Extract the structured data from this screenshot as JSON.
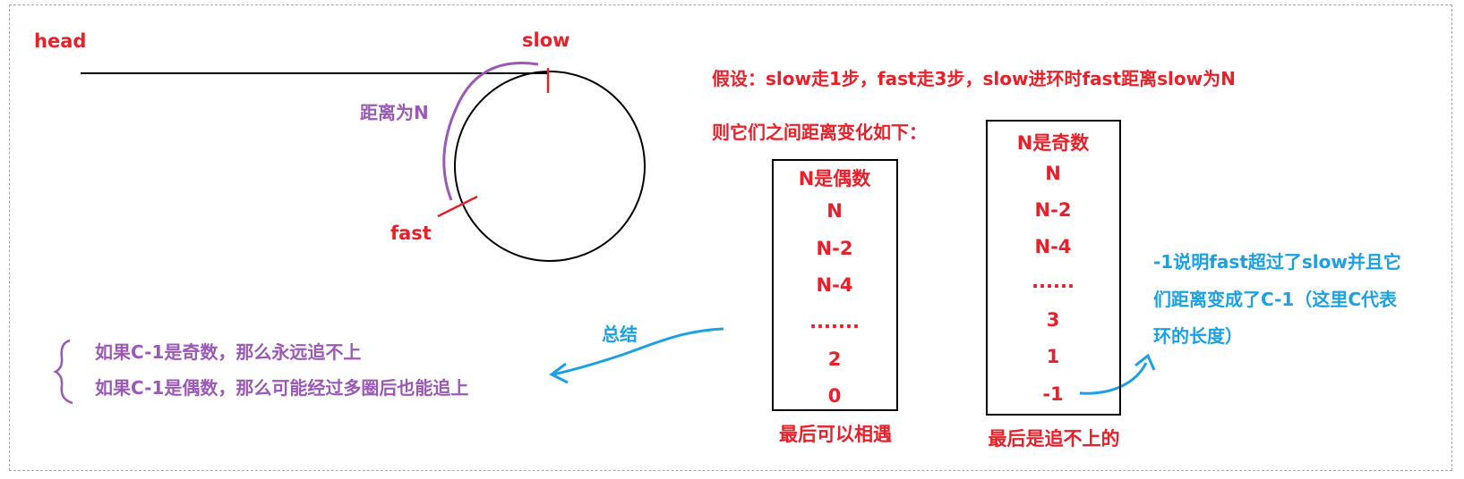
{
  "diagram": {
    "head_label": "head",
    "slow_label": "slow",
    "fast_label": "fast",
    "distance_label": "距离为N"
  },
  "assumption": {
    "line1": "假设：slow走1步，fast走3步，slow进环时fast距离slow为N",
    "line2": "则它们之间距离变化如下："
  },
  "even_table": {
    "header": "N是偶数",
    "rows": [
      "N",
      "N-2",
      "N-4",
      ".......",
      "2",
      "0"
    ],
    "caption": "最后可以相遇"
  },
  "odd_table": {
    "header": "N是奇数",
    "rows": [
      "N",
      "N-2",
      "N-4",
      "......",
      "3",
      "1",
      "-1"
    ],
    "caption": "最后是追不上的"
  },
  "summary": {
    "arrow_label": "总结",
    "line1": "如果C-1是奇数，那么永远追不上",
    "line2": "如果C-1是偶数，那么可能经过多圈后也能追上"
  },
  "note": {
    "line1": "-1说明fast超过了slow并且它",
    "line2": "们距离变成了C-1（这里C代表",
    "line3": "环的长度）"
  },
  "colors": {
    "red": "#e8202a",
    "purple": "#9b59b6",
    "blue": "#1ba1e2",
    "black": "#000000"
  }
}
